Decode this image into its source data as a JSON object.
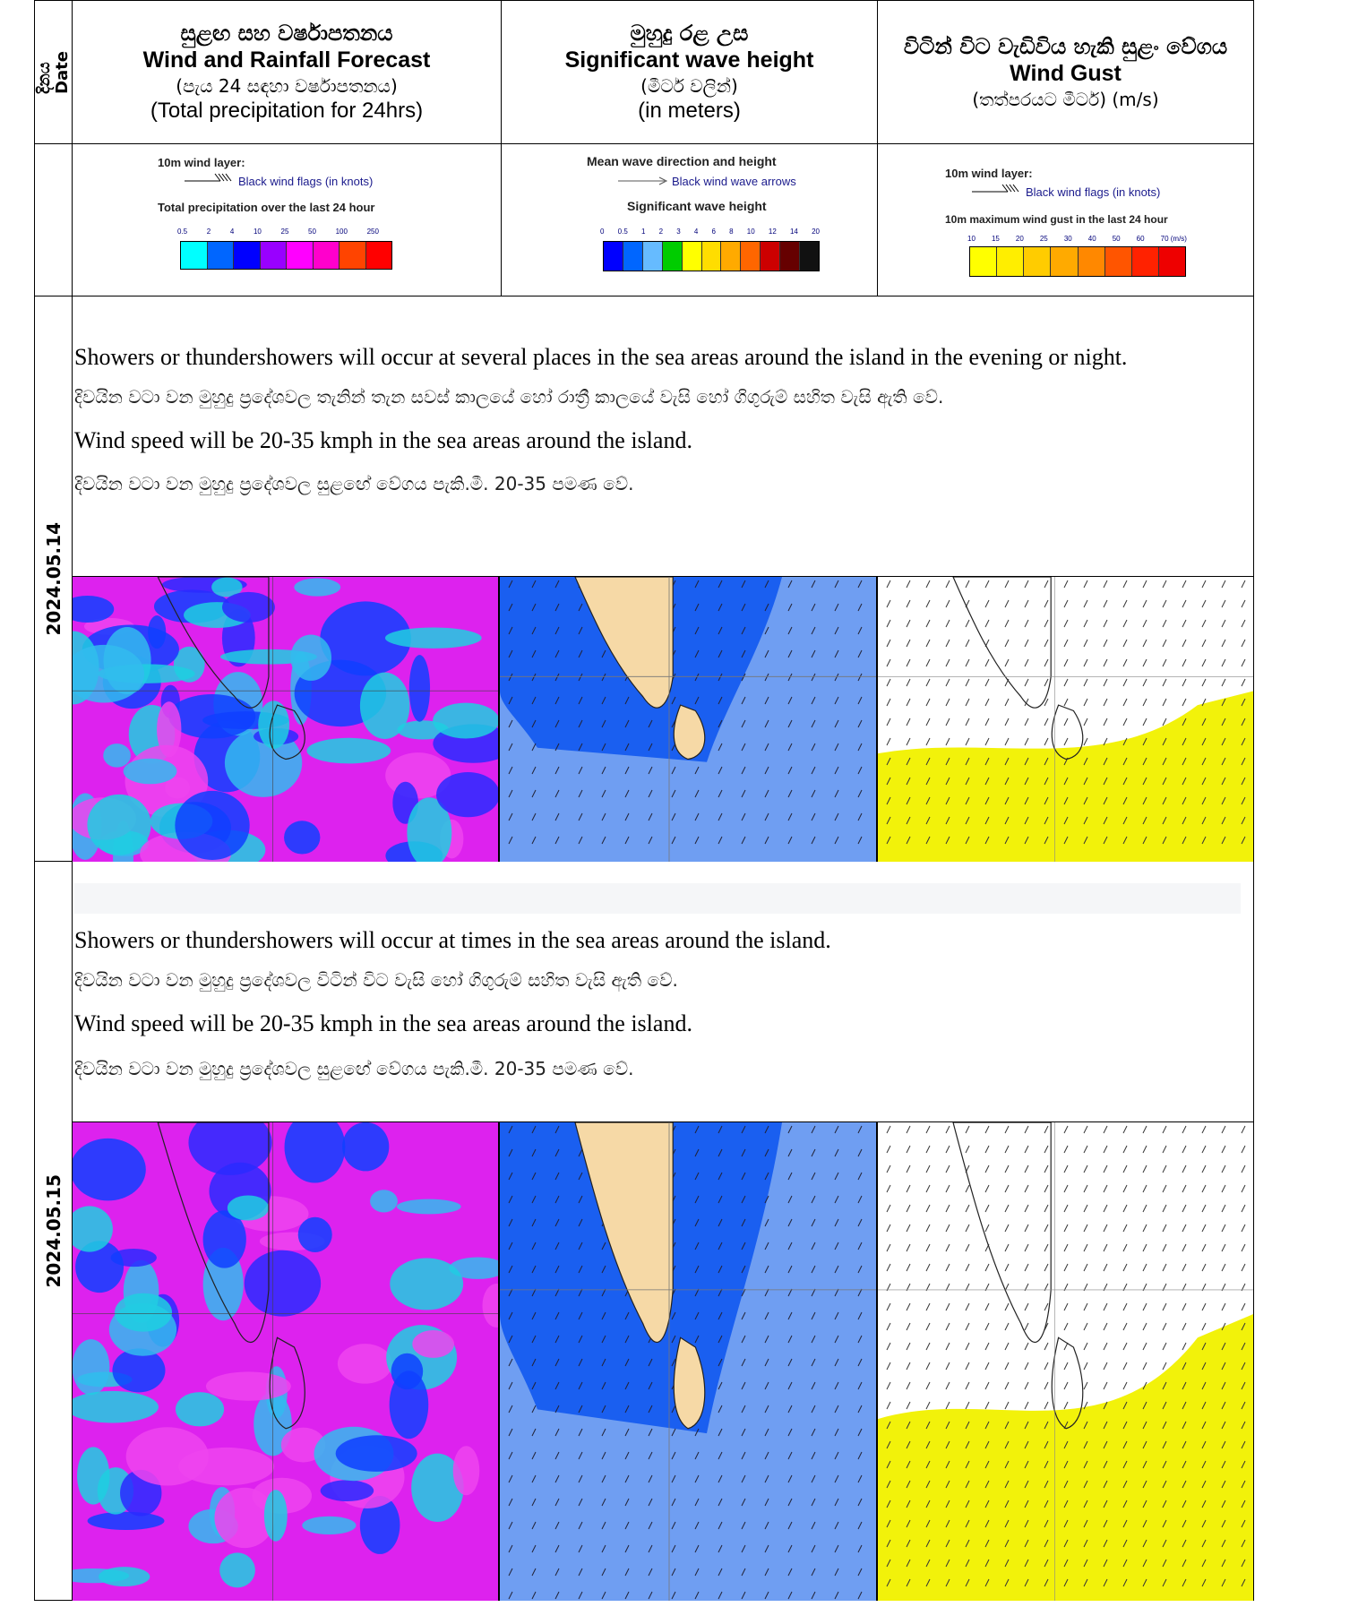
{
  "header": {
    "date_si": "දිනය",
    "date_en": "Date",
    "col1": {
      "si": "සුළඟ සහ වර්ෂාපතනය",
      "en": "Wind and Rainfall Forecast",
      "sub_si": "(පැය 24 සඳහා වර්ෂාපතනය)",
      "sub_en": "(Total precipitation for 24hrs)"
    },
    "col2": {
      "si": "මුහුදු රළ උස",
      "en": "Significant wave height",
      "sub_si": "(මීටර් වලින්)",
      "sub_en": "(in meters)"
    },
    "col3": {
      "si": "විටින් විට වැඩිවිය හැකි සුළං වේගය",
      "en": "Wind Gust",
      "sub_si": "(තත්පරයට මීටර්) (m/s)"
    }
  },
  "legends": {
    "rain": {
      "layer": "10m wind layer:",
      "flags": "Black wind flags (in knots)",
      "title": "Total precipitation over the last 24 hour",
      "ticks": [
        "0.5",
        "2",
        "4",
        "10",
        "25",
        "50",
        "100",
        "250"
      ],
      "colors": [
        "#00ffff",
        "#0066ff",
        "#0000ff",
        "#9900ff",
        "#ff00ff",
        "#ff00cc",
        "#ff4400",
        "#ff0000"
      ]
    },
    "wave": {
      "title": "Mean wave direction and height",
      "arrows": "Black wind wave arrows",
      "sub": "Significant wave height",
      "ticks": [
        "0",
        "0.5",
        "1",
        "2",
        "3",
        "4",
        "6",
        "8",
        "10",
        "12",
        "14",
        "20"
      ],
      "colors": [
        "#0000ff",
        "#0066ff",
        "#66bbff",
        "#00cc00",
        "#ffff00",
        "#ffdd00",
        "#ffaa00",
        "#ff6600",
        "#cc0000",
        "#660000",
        "#111111"
      ]
    },
    "gust": {
      "layer": "10m wind layer:",
      "flags": "Black wind flags (in knots)",
      "title": "10m maximum wind gust in the last 24 hour",
      "ticks": [
        "10",
        "15",
        "20",
        "25",
        "30",
        "40",
        "50",
        "60",
        "70 (m/s)"
      ],
      "colors": [
        "#ffff00",
        "#ffee00",
        "#ffcc00",
        "#ffaa00",
        "#ff8800",
        "#ff5500",
        "#ff2200",
        "#ee0000"
      ]
    }
  },
  "days": [
    {
      "date": "2024.05.14",
      "lines": [
        {
          "lang": "en",
          "text": "Showers or thundershowers will occur at several places in the sea areas around the island in the evening or night."
        },
        {
          "lang": "si",
          "text": "දිවයින වටා වන මුහුදු ප්‍රදේශවල  තැනින් තැන සවස් කාලයේ හෝ රාත්‍රී කාලයේ වැසි හෝ ගිගුරුම් සහිත වැසි ඇති වේ."
        },
        {
          "lang": "en",
          "text": "Wind speed will be 20-35 kmph in the sea areas around the island."
        },
        {
          "lang": "si",
          "text": "දිවයින වටා වන මුහුදු ප්‍රදේශවල සුළඟේ වේගය පැකි.මී. 20-35 පමණ වේ."
        }
      ]
    },
    {
      "date": "2024.05.15",
      "lines": [
        {
          "lang": "en",
          "text": "Showers or thundershowers will occur at times in the sea areas around the island."
        },
        {
          "lang": "si",
          "text": "දිවයින වටා වන මුහුදු ප්‍රදේශවල විටින් විට වැසි හෝ ගිගුරුම් සහිත වැසි ඇති වේ."
        },
        {
          "lang": "en",
          "text": "Wind speed will be 20-35 kmph in the sea areas around the island."
        },
        {
          "lang": "si",
          "text": "දිවයින වටා වන මුහුදු ප්‍රදේශවල සුළඟේ වේගය පැකි.මී. 20-35 පමණ වේ."
        }
      ]
    }
  ]
}
